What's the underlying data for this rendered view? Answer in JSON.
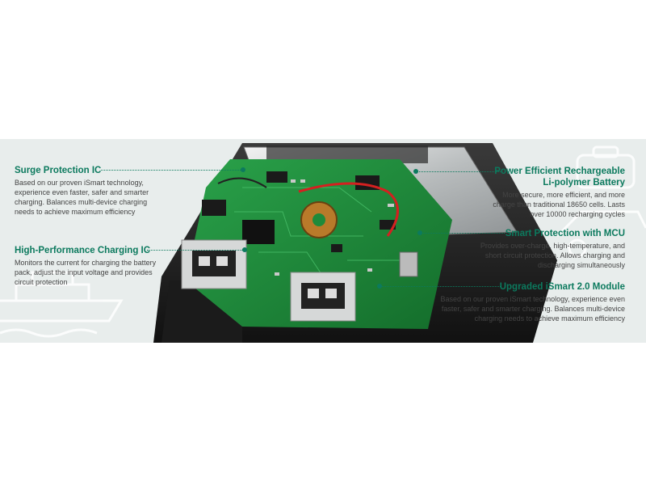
{
  "callouts": {
    "surge": {
      "title": "Surge Protection IC",
      "desc": "Based on our proven iSmart technology, experience even faster, safer and smarter charging. Balances multi-device charging needs to achieve maximum efficiency"
    },
    "charging_ic": {
      "title": "High-Performance Charging IC",
      "desc": "Monitors the current for charging the battery pack, adjust the input voltage and provides circuit protection"
    },
    "battery": {
      "title_line1": "Power Efficient Rechargeable",
      "title_line2": "Li-polymer Battery",
      "desc": "More secure, more efficient, and more charge than traditional 18650 cells. Lasts over 10000 recharging cycles"
    },
    "mcu": {
      "title": "Smart Protection with MCU",
      "desc": "Provides over-charge, high-temperature, and short circuit protection. Allows charging and discharging simultaneously"
    },
    "ismart": {
      "title": "Upgraded iSmart 2.0 Module",
      "desc": "Based on our proven iSmart technology, experience even faster, safer and smarter charging. Balances multi-device charging needs to achieve maximum efficiency"
    }
  },
  "colors": {
    "accent": "#0c7a5e",
    "banner_bg": "#e8edec",
    "pcb": "#1f8a3a"
  },
  "icons": [
    "ship-outline-icon",
    "suitcase-outline-icon",
    "car-outline-icon"
  ]
}
